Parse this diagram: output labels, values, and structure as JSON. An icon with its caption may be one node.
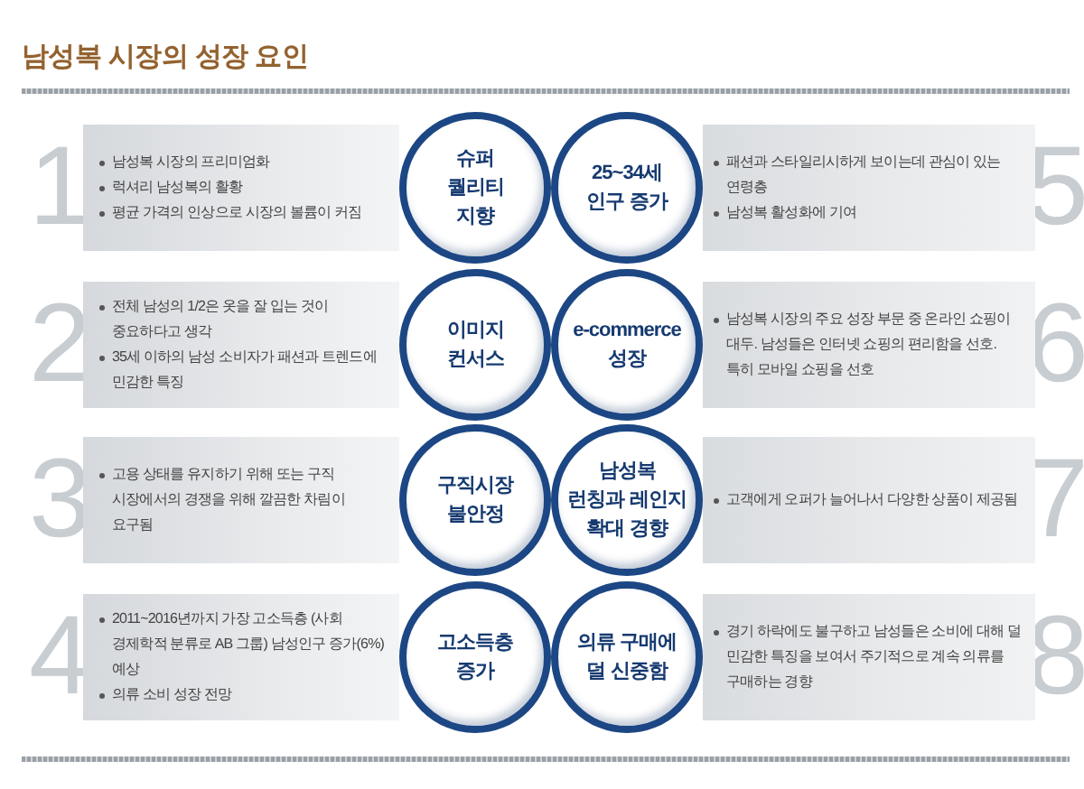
{
  "diagram": {
    "title": "남성복 시장의 성장 요인",
    "nodes": [
      {
        "text": [
          "남성복 시장의 프리미엄화",
          "럭셔리 남성복의 활황",
          "평균 가격의 인상으로 시장의 볼륨이 커짐"
        ],
        "beside": [
          "1"
        ]
      },
      {
        "text": [
          "슈퍼 퀄리티 지향"
        ]
      },
      {
        "text": [
          "전체 남성의 1/2은 옷을 잘 입는 것이 중요하다고 생각",
          "35세 이하의 남성 소비자가 패션과 트렌드에 민감한 특징"
        ],
        "beside": [
          "2"
        ]
      },
      {
        "text": [
          "이미지 컨서스"
        ]
      },
      {
        "text": [
          "고용 상태를 유지하기 위해 또는 구직 시장에서의 경쟁을 위해 깔끔한 차림이 요구됨"
        ],
        "beside": [
          "3"
        ]
      },
      {
        "text": [
          "구직시장 불안정"
        ]
      },
      {
        "text": [
          "2011~2016년까지 가장 고소득층 (사회 경제학적 분류로 AB 그룹) 남성인구 증가(6%) 예상",
          "의류 소비 성장 전망"
        ],
        "beside": [
          "4"
        ]
      },
      {
        "text": [
          "고소득층 증가"
        ]
      },
      {
        "text": [
          "25~34세 인구 증가"
        ]
      },
      {
        "text": [
          "패션과 스타일리시하게 보이는데 관심이 있는 연령층",
          "남성복 활성화에 기여"
        ],
        "beside": [
          "5"
        ]
      },
      {
        "text": [
          "e-commerce 성장"
        ]
      },
      {
        "text": [
          "남성복 시장의 주요 성장 부문 중 온라인 쇼핑이 대두. 남성들은 인터넷 쇼핑의 편리함을 선호. 특히 모바일 쇼핑을 선호"
        ],
        "beside": [
          "6"
        ]
      },
      {
        "text": [
          "남성복 런칭과 레인지 확대 경향"
        ]
      },
      {
        "text": [
          "고객에게 오퍼가 늘어나서 다양한 상품이 제공됨"
        ],
        "beside": [
          "7"
        ]
      },
      {
        "text": [
          "의류 구매에 덜 신중함"
        ]
      },
      {
        "text": [
          "경기 하락에도 불구하고 남성들은 소비에 대해 덜 민감한 특징을 보여서 주기적으로 계속 의류를 구매하는 경향"
        ],
        "beside": [
          "8"
        ]
      }
    ]
  }
}
